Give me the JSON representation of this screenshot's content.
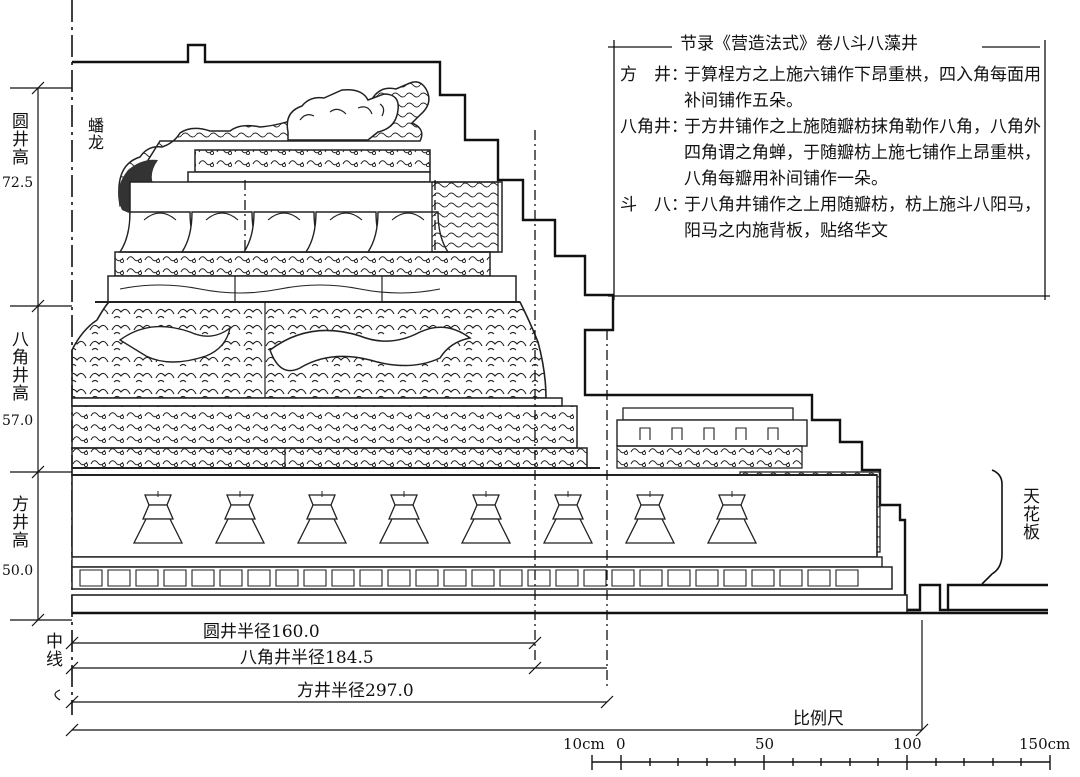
{
  "diagram": {
    "side_labels": {
      "yuan_jing": {
        "text": "圆井高",
        "value": "72.5"
      },
      "bajiao_jing": {
        "text": "八角井高",
        "value": "57.0"
      },
      "fang_jing": {
        "text": "方井高",
        "value": "50.0"
      },
      "panlong": "蟠龙",
      "zhongxian": "中线",
      "tianhuaban": "天花板"
    },
    "radii": {
      "yuan": "圆井半径160.0",
      "bajiao": "八角井半径184.5",
      "fang": "方井半径297.0"
    },
    "scale": {
      "label": "比例尺",
      "ticks": [
        "10cm",
        "0",
        "50",
        "100",
        "150cm"
      ]
    },
    "notes": {
      "title": "节录《营造法式》卷八斗八藻井",
      "rows": [
        {
          "label": "方　井：",
          "text": "于算桯方之上施六铺作下昂重栱，四入角每面用补间铺作五朵。"
        },
        {
          "label": "八角井：",
          "text": "于方井铺作之上施随瓣枋抹角勒作八角，八角外四角谓之角蝉，于随瓣枋上施七铺作上昂重栱，八角每瓣用补间铺作一朵。"
        },
        {
          "label": "斗　八：",
          "text": "于八角井铺作之上用随瓣枋，枋上施斗八阳马，阳马之内施背板，贴络华文"
        }
      ]
    }
  }
}
